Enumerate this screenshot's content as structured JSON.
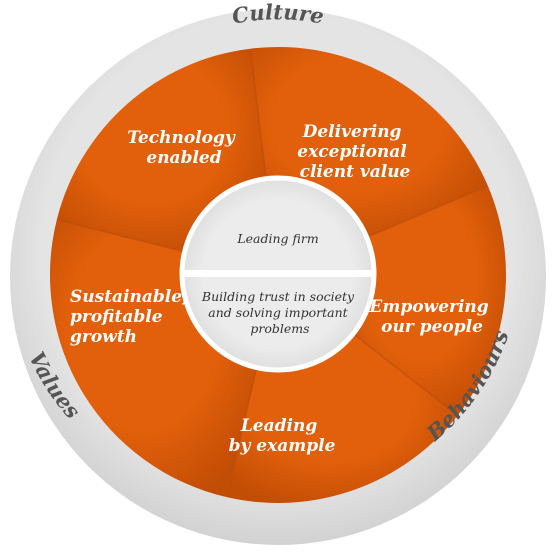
{
  "colors": {
    "outer_ring": "#e4e4e4",
    "outer_ring_shade": "#d2d2d2",
    "segment": "#e2600b",
    "segment_shade": "#c24d05",
    "segment_divider": "#b84806",
    "hub": "#e6e6e6",
    "hub_divider": "#ffffff",
    "ring_text": "#555555",
    "segment_text": "#ffffff",
    "hub_text": "#333333"
  },
  "ring": {
    "culture": "Culture",
    "behaviours": "Behaviours",
    "values": "Values"
  },
  "segments": [
    {
      "lines": [
        "Delivering",
        "exceptional",
        "client value"
      ]
    },
    {
      "lines": [
        "Empowering",
        "our people"
      ]
    },
    {
      "lines": [
        "Leading",
        "by example"
      ]
    },
    {
      "lines": [
        "Sustainable,",
        "profitable",
        "growth"
      ]
    },
    {
      "lines": [
        "Technology",
        "enabled"
      ]
    }
  ],
  "hub": {
    "top": "Leading firm",
    "bottom_lines": [
      "Building trust in society",
      "and solving important",
      "problems"
    ]
  }
}
